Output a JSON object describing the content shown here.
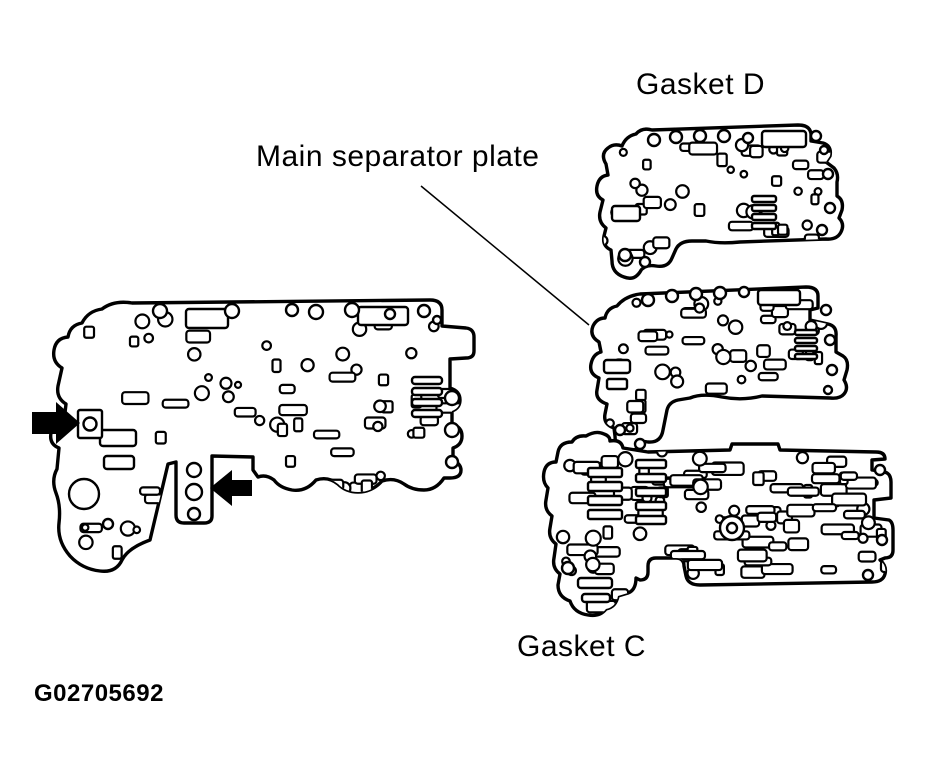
{
  "page": {
    "background_color": "#ffffff",
    "line_color": "#000000"
  },
  "labels": {
    "gasket_d": "Gasket D",
    "main_separator_plate": "Main separator plate",
    "gasket_c": "Gasket C"
  },
  "figure_code": "G02705692",
  "icons": {
    "pointer_arrow_right": "►",
    "pointer_arrow_left": "◄"
  }
}
